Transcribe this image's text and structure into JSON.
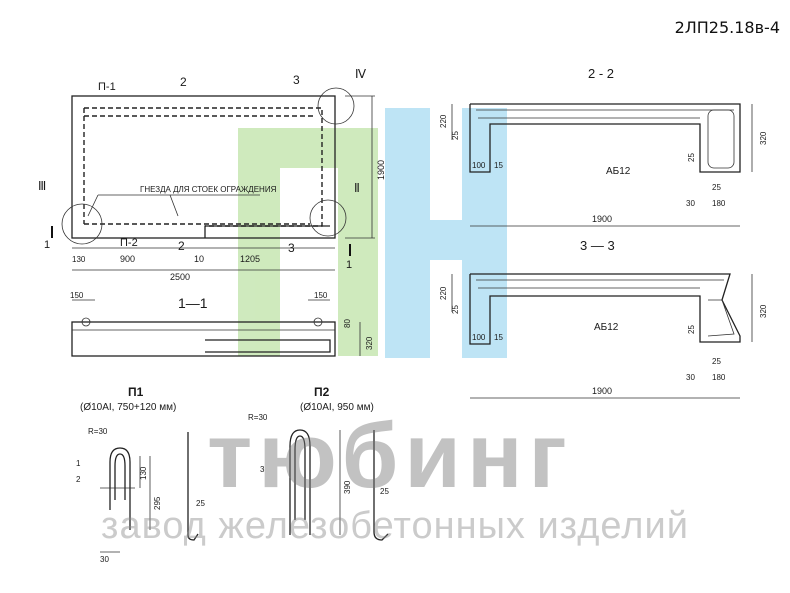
{
  "code": "2ЛП25.18в-4",
  "watermark": {
    "title": "тюбинг",
    "subtitle": "завод железобетонных изделий",
    "colors": [
      "#bfe3a8",
      "#a9dbf2"
    ]
  },
  "plan": {
    "tags": [
      "П-1",
      "2",
      "3",
      "Ⅳ",
      "Ⅲ",
      "Ⅱ",
      "П-2",
      "2",
      "3",
      "1",
      "1"
    ],
    "sockets_label": "ГНЕЗДА ДЛЯ СТОЕК ОГРАЖДЕНИЯ",
    "dims": [
      "130",
      "900",
      "10",
      "1205",
      "2500",
      "1900"
    ]
  },
  "elevation": {
    "title": "1—1",
    "dims": [
      "150",
      "150",
      "80",
      "320"
    ]
  },
  "section22": {
    "title": "2 - 2",
    "dims": [
      "220",
      "25",
      "100",
      "15",
      "25",
      "25",
      "30",
      "180",
      "1900",
      "320"
    ],
    "bar": "АБ12"
  },
  "section33": {
    "title": "3 — 3",
    "dims": [
      "220",
      "25",
      "100",
      "15",
      "25",
      "25",
      "30",
      "180",
      "1900",
      "320"
    ],
    "bar": "АБ12"
  },
  "p1": {
    "title": "П1",
    "spec": "(Ø10AI, 750+120 мм)",
    "radius": "R=30",
    "marks": [
      "1",
      "2"
    ],
    "dims": [
      "130",
      "295",
      "25",
      "30"
    ]
  },
  "p2": {
    "title": "П2",
    "spec": "(Ø10AI, 950 мм)",
    "radius": "R=30",
    "marks": [
      "3"
    ],
    "dims": [
      "390",
      "25"
    ]
  }
}
